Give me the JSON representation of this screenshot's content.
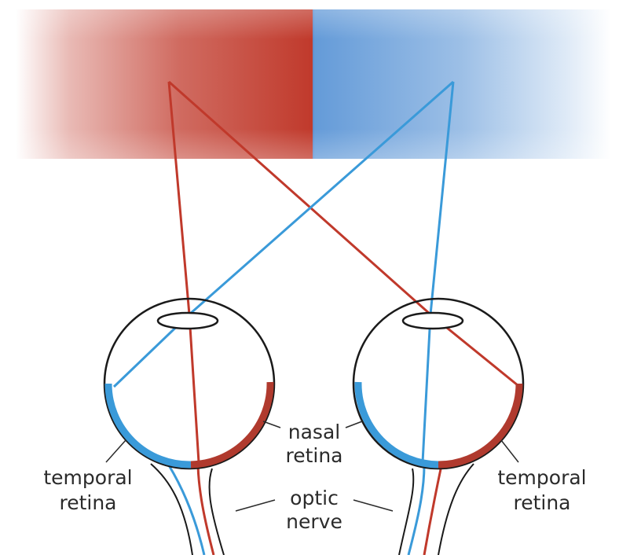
{
  "labels": {
    "nasal_retina_line1": "nasal",
    "nasal_retina_line2": "retina",
    "left_temporal_line1": "temporal",
    "left_temporal_line2": "retina",
    "right_temporal_line1": "temporal",
    "right_temporal_line2": "retina",
    "optic_nerve_line1": "optic",
    "optic_nerve_line2": "nerve"
  },
  "colors": {
    "left_visual_field": "#c0392b",
    "right_visual_field": "#4a90d9",
    "red_ray": "#c0392b",
    "blue_ray": "#3a9ad9",
    "red_retina": "#b03a2e",
    "blue_retina": "#3a9ad9",
    "outline": "#1a1a1a"
  }
}
